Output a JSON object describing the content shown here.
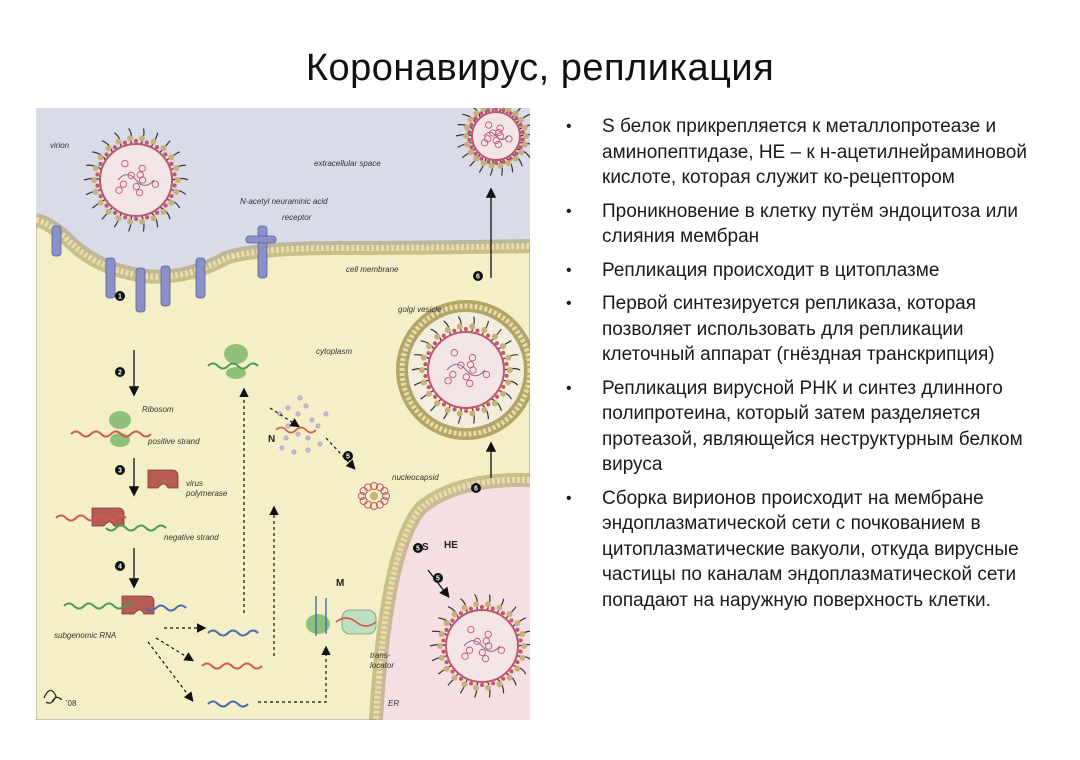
{
  "title": "Коронавирус, репликация",
  "diagram": {
    "labels": {
      "virion": "virion",
      "extracellular": "extracellular space",
      "nana": "N-acetyl neuraminic acid",
      "receptor": "receptor",
      "cell_membrane": "cell membrane",
      "golgi": "golgi vesicle",
      "cytoplasm": "cytoplasm",
      "ribosom": "Ribosom",
      "positive": "positive strand",
      "virus_polymerase_1": "virus",
      "virus_polymerase_2": "polymerase",
      "negative": "negative strand",
      "subgenomic": "subgenomic RNA",
      "n": "N",
      "nucleocapsid": "nucleocapsid",
      "s": "S",
      "he": "HE",
      "m": "M",
      "translocator_1": "trans-",
      "translocator_2": "locator",
      "er": "ER",
      "signature": "'08"
    },
    "steps": [
      "1",
      "2",
      "3",
      "4",
      "5",
      "5",
      "5",
      "6",
      "6"
    ]
  },
  "bullets": [
    "S белок прикрепляется к металлопротеазе и аминопептидазе, НЕ – к н-ацетилнейраминовой кислоте, которая служит ко-рецептором",
    "Проникновение в клетку путём эндоцитоза или слияния мембран",
    "Репликация происходит в цитоплазме",
    "Первой синтезируется репликаза, которая позволяет использовать для репликации клеточный аппарат (гнёздная транскрипция)",
    "Репликация вирусной РНК и синтез длинного полипротеина, который затем разделяется протеазой, являющейся неструктурным белком вируса",
    "Сборка вирионов происходит на мембране эндоплазматической сети с почкованием в цитоплазматические вакуоли, откуда вирусные частицы по каналам эндоплазматической сети попадают на наружную поверхность клетки."
  ],
  "colors": {
    "extracellular": "#d9dbe9",
    "cytoplasm": "#f4efc6",
    "er_lumen": "#f5dfe3",
    "membrane": "#e8d9a0",
    "receptor": "#8c90c8",
    "ribosome": "#8fc07a",
    "polymerase": "#b85a55",
    "rna_red": "#d05a4a",
    "rna_green": "#4a9a5a",
    "rna_blue": "#4a6aa8"
  }
}
